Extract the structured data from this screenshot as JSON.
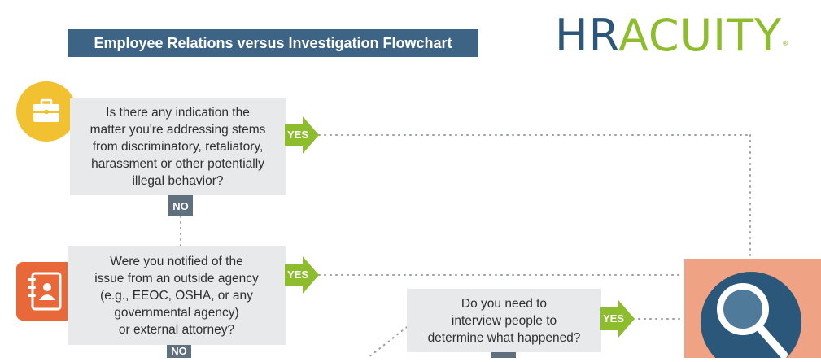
{
  "title": "Employee Relations versus Investigation Flowchart",
  "logo": {
    "part1": "HR",
    "part2": "ACUITY",
    "mark": "®"
  },
  "questions": {
    "q1": "Is there any indication the\nmatter you're addressing stems\nfrom discriminatory, retaliatory,\nharassment or other potentially\nillegal behavior?",
    "q2": "Were you notified of the\nissue from an outside agency\n(e.g., EEOC, OSHA, or any\ngovernmental agency)\nor external attorney?",
    "q3": "Do you need to\ninterview people to\ndetermine what happened?"
  },
  "labels": {
    "yes": "YES",
    "no": "NO"
  },
  "colors": {
    "title_bg": "#3d6485",
    "box_bg": "#e7e9ea",
    "no_bg": "#5f6f7d",
    "yes_green": "#8dbc2c",
    "briefcase_circle": "#f2c132",
    "contacts_square": "#e8683a",
    "search_panel": "#f0a284",
    "search_circle": "#2b587a"
  },
  "icons": [
    "briefcase-icon",
    "contact-book-icon",
    "magnifier-icon"
  ]
}
